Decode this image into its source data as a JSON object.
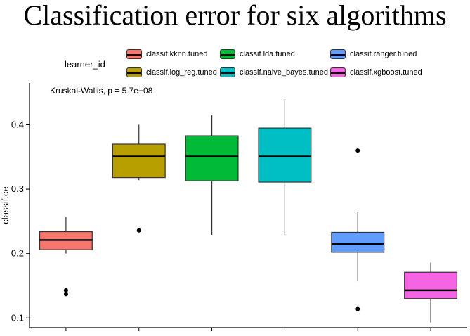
{
  "chart_data": {
    "type": "boxplot",
    "title": "Classification error for six algorithms",
    "ylabel": "classif.ce",
    "xlabel": "",
    "ylim": [
      0.085,
      0.465
    ],
    "yticks": [
      0.1,
      0.2,
      0.3,
      0.4
    ],
    "yticklabels": [
      "0.1",
      "0.2",
      "0.3",
      "0.4"
    ],
    "grid": false,
    "legend": {
      "title": "learner_id",
      "placement": "top"
    },
    "annotation": "Kruskal-Wallis, p = 5.7e−08",
    "series": [
      {
        "name": "classif.kknn.tuned",
        "color": "#F8766D",
        "whisker_low": 0.2,
        "q1": 0.206,
        "median": 0.221,
        "q3": 0.234,
        "whisker_high": 0.257,
        "outliers": [
          0.143,
          0.137
        ]
      },
      {
        "name": "classif.log_reg.tuned",
        "color": "#B79F00",
        "whisker_low": 0.314,
        "q1": 0.318,
        "median": 0.351,
        "q3": 0.37,
        "whisker_high": 0.4,
        "outliers": [
          0.236
        ]
      },
      {
        "name": "classif.lda.tuned",
        "color": "#00BA38",
        "whisker_low": 0.229,
        "q1": 0.313,
        "median": 0.351,
        "q3": 0.383,
        "whisker_high": 0.415,
        "outliers": []
      },
      {
        "name": "classif.naive_bayes.tuned",
        "color": "#00BFC4",
        "whisker_low": 0.229,
        "q1": 0.311,
        "median": 0.351,
        "q3": 0.395,
        "whisker_high": 0.44,
        "outliers": []
      },
      {
        "name": "classif.ranger.tuned",
        "color": "#619CFF",
        "whisker_low": 0.157,
        "q1": 0.202,
        "median": 0.215,
        "q3": 0.233,
        "whisker_high": 0.264,
        "outliers": [
          0.36,
          0.114
        ]
      },
      {
        "name": "classif.xgboost.tuned",
        "color": "#F564E3",
        "whisker_low": 0.093,
        "q1": 0.13,
        "median": 0.143,
        "q3": 0.171,
        "whisker_high": 0.186,
        "outliers": []
      }
    ]
  }
}
